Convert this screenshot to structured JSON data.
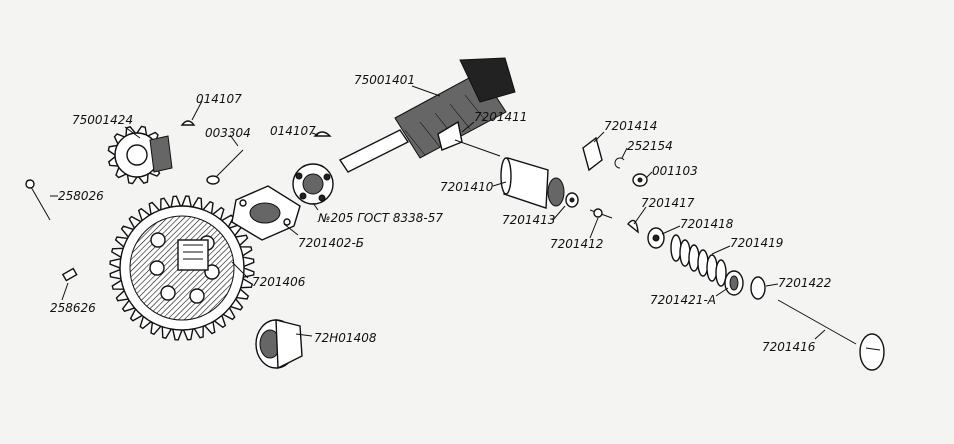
{
  "labels": {
    "part_75001401": "75001401",
    "part_75001424": "75001424",
    "part_014107_a": "014107",
    "part_003304": "003304",
    "part_014107_b": "014107",
    "part_258026": "258026",
    "part_258626": "258626",
    "part_7201406": "7201406",
    "part_7201402b": "7201402-Б",
    "bearing_note": "№205 ГОСТ 8338-57",
    "part_72h01408": "72Н01408",
    "part_7201411": "7201411",
    "part_7201410": "7201410",
    "part_7201413": "7201413",
    "part_7201412": "7201412",
    "part_7201414": "7201414",
    "part_252154": "252154",
    "part_001103": "001103",
    "part_7201417": "7201417",
    "part_7201418": "7201418",
    "part_7201419": "7201419",
    "part_7201421a": "7201421-А",
    "part_7201422": "7201422",
    "part_7201416": "7201416"
  }
}
